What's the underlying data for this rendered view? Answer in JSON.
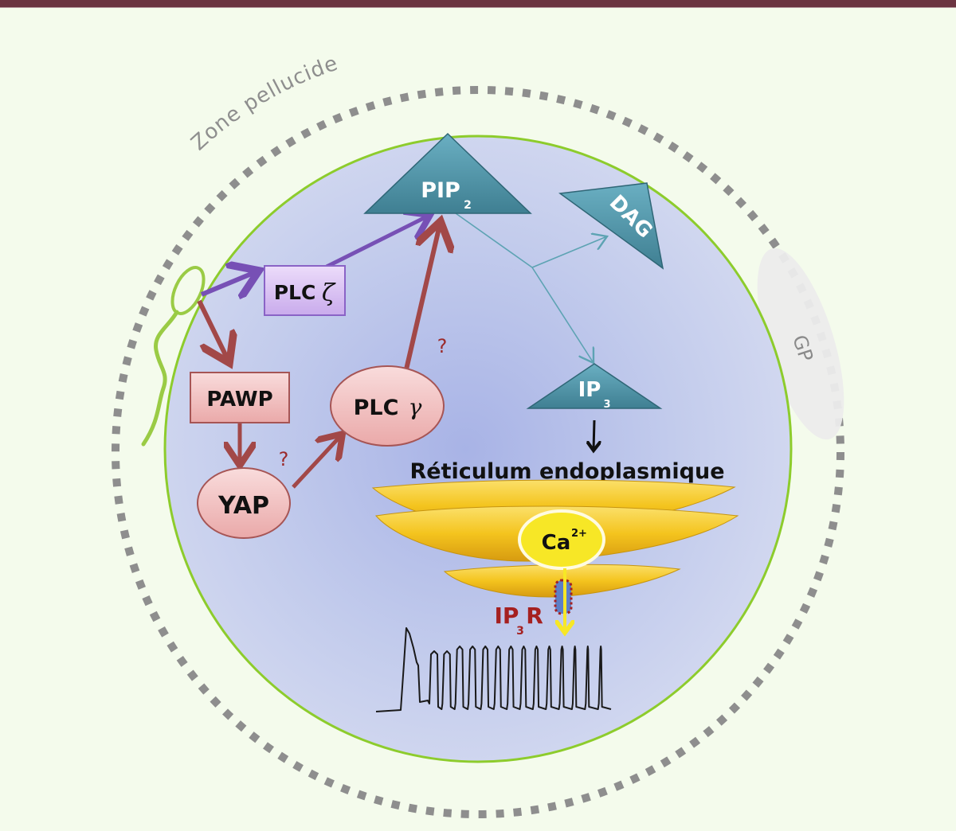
{
  "labels": {
    "zone_pellucide": "Zone pellucide",
    "gp": "GP",
    "pip2_main": "PIP",
    "pip2_sub": "2",
    "dag": "DAG",
    "plc_zeta_main": "PLC",
    "plc_zeta_greek": "ζ",
    "pawp": "PAWP",
    "yap": "YAP",
    "plc_gamma_main": "PLC",
    "plc_gamma_greek": "γ",
    "ip3_main": "IP",
    "ip3_sub": "3",
    "reticulum": "Réticulum endoplasmique",
    "ca_main": "Ca",
    "ca_sup": "2+",
    "ip3r_main_a": "IP",
    "ip3r_sub": "3",
    "ip3r_main_b": "R",
    "question_1": "?",
    "question_2": "?"
  },
  "colors": {
    "background": "#f4fbec",
    "top_bar": "#6b3440",
    "zona_dots": "#8e8e8e",
    "cell_fill": "#c3cbec",
    "cell_border": "#8dcc2c",
    "sperm": "#9acb45",
    "triangle": "#4f93a6",
    "plc_zeta_fill": "#d9c4f2",
    "plc_zeta_border": "#8a63c6",
    "pink_fill": "#f2c3c3",
    "pink_border": "#a65555",
    "arrow_purple": "#7750b5",
    "arrow_red": "#a24848",
    "arrow_teal": "#5da3b3",
    "er_yellow": "#f3c31c",
    "ca_yellow": "#f7e726",
    "ip3r_red": "#a52020",
    "question": "#9b2a2a"
  },
  "calcium_trace": {
    "description": "Calcium oscillation recording",
    "peaks": 15
  }
}
